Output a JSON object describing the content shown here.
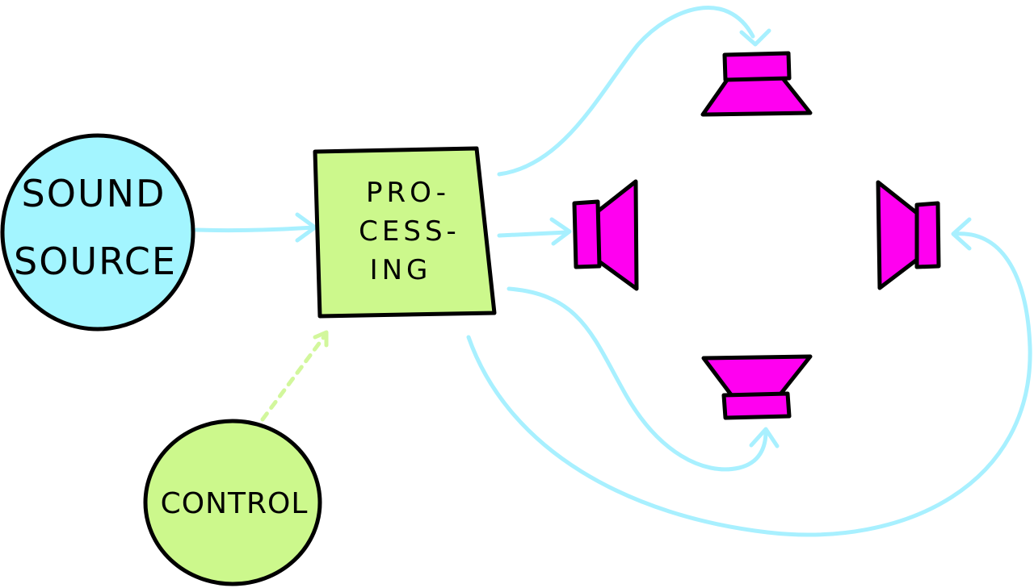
{
  "colors": {
    "source_fill": "#a3f5ff",
    "processing_fill": "#ccf88c",
    "control_fill": "#ccf88c",
    "speaker_fill": "#ff00f0",
    "audio_arrow": "#a8f0ff",
    "control_arrow": "#d2f79c",
    "outline": "#000000"
  },
  "nodes": {
    "source": {
      "lines": [
        "SOUND",
        "SOURCE"
      ]
    },
    "processing": {
      "lines": [
        "PRO-",
        "CESS-",
        "ING"
      ]
    },
    "control": {
      "lines": [
        "CONTROL"
      ]
    }
  },
  "speakers": [
    {
      "id": "top",
      "orientation": "down"
    },
    {
      "id": "left",
      "orientation": "right"
    },
    {
      "id": "right",
      "orientation": "left"
    },
    {
      "id": "bottom",
      "orientation": "up"
    }
  ],
  "connections": [
    {
      "from": "source",
      "to": "processing",
      "style": "solid"
    },
    {
      "from": "control",
      "to": "processing",
      "style": "dashed"
    },
    {
      "from": "processing",
      "to": "speaker-top",
      "style": "solid"
    },
    {
      "from": "processing",
      "to": "speaker-left",
      "style": "solid"
    },
    {
      "from": "processing",
      "to": "speaker-bottom",
      "style": "solid"
    },
    {
      "from": "processing",
      "to": "speaker-right",
      "style": "solid"
    }
  ]
}
